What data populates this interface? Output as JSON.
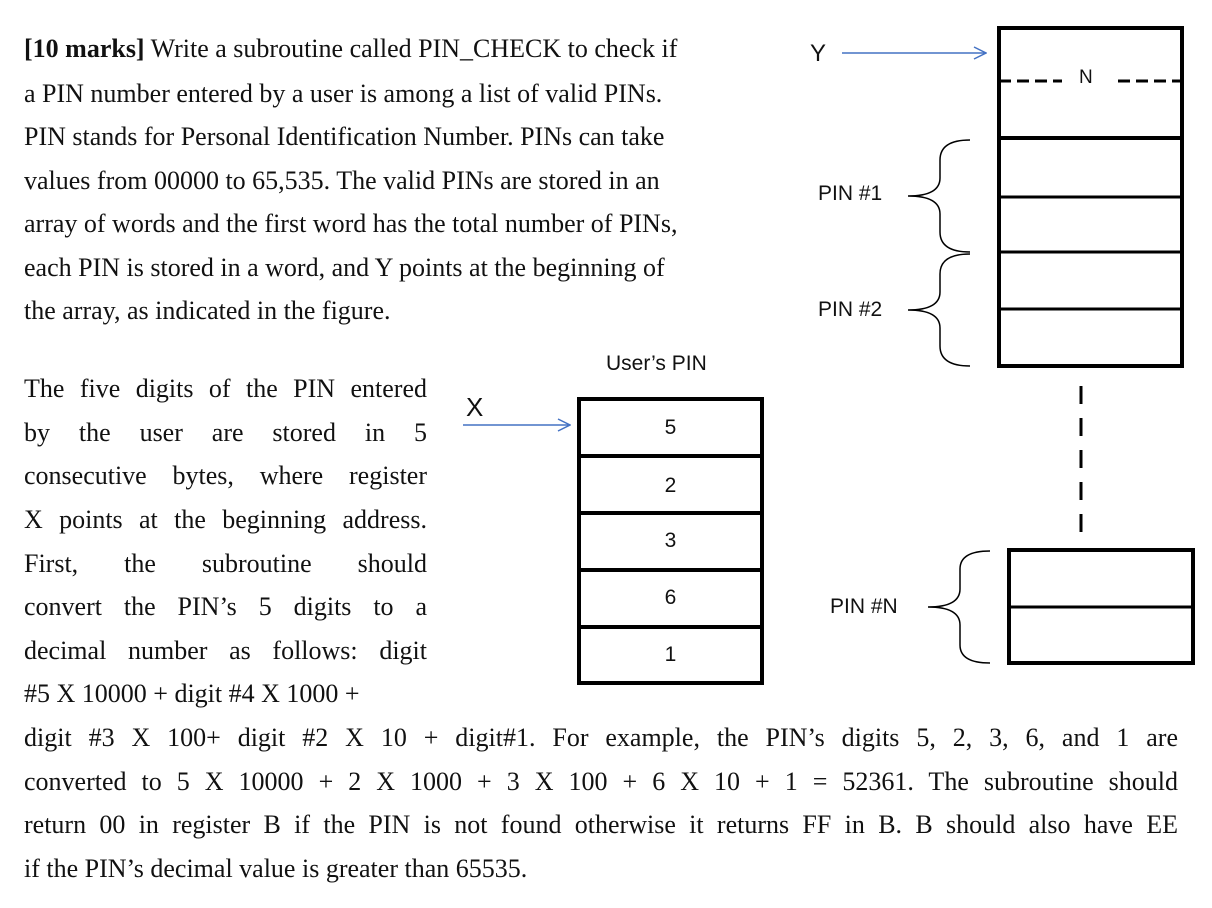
{
  "question": {
    "marks": "[10 marks]",
    "line1_rest": " Write a subroutine called PIN_CHECK to check if",
    "lines_top": [
      "a PIN number entered by a user is among a list of valid PINs.",
      "PIN stands for Personal Identification Number. PINs can take",
      "values from 00000 to 65,535. The valid PINs are stored in an",
      "array of words and the first word has the total number of PINs,",
      "each PIN is stored in a word, and Y points at the beginning of",
      "the array, as indicated in the figure."
    ],
    "lines_mid": [
      "The five digits of the PIN entered",
      "by the user are stored in 5",
      "consecutive bytes, where register",
      "X points at the beginning address.",
      "First, the subroutine should",
      "convert the PIN’s 5 digits to a",
      "decimal number as follows: digit",
      "#5 X 10000 + digit #4 X 1000 +"
    ],
    "lines_bottom": [
      "digit #3 X 100+ digit #2 X 10 + digit#1. For example, the PIN’s digits 5, 2, 3, 6, and 1 are",
      "converted to 5 X 10000 + 2 X 1000 + 3 X 100 + 6 X 10 + 1 =   52361. The subroutine should",
      "return 00 in register B if the PIN is not found otherwise it returns FF in B. B should also have EE",
      "if the PIN’s decimal value is greater than 65535."
    ]
  },
  "figure": {
    "pointer_y": "Y",
    "pointer_x": "X",
    "n_label": "N",
    "pin_labels": [
      "PIN #1",
      "PIN #2",
      "PIN #N"
    ],
    "user_pin_title": "User’s PIN",
    "user_pin_digits": [
      "5",
      "2",
      "3",
      "6",
      "1"
    ],
    "arrow_color": "#4472C4"
  }
}
